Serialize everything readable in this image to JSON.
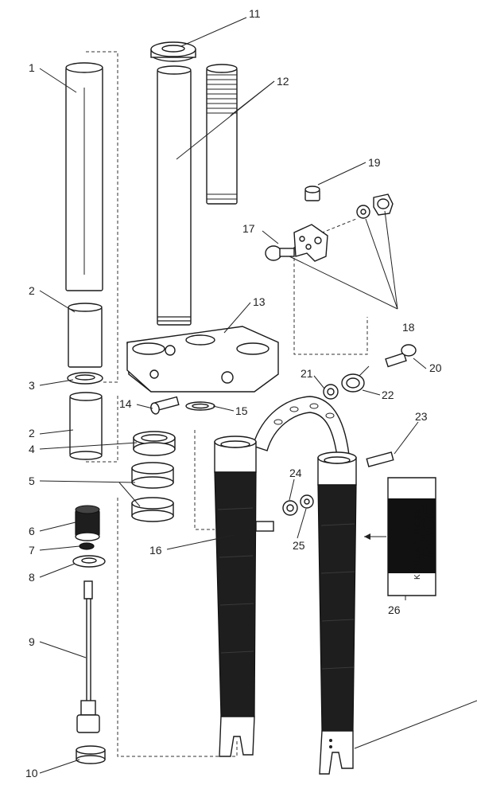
{
  "callouts": {
    "c1": "1",
    "c2a": "2",
    "c2b": "2",
    "c3": "3",
    "c4": "4",
    "c5": "5",
    "c6": "6",
    "c7": "7",
    "c8": "8",
    "c9": "9",
    "c10": "10",
    "c11": "11",
    "c12": "12",
    "c13": "13",
    "c14": "14",
    "c15": "15",
    "c16": "16",
    "c17": "17",
    "c18": "18",
    "c19": "19",
    "c20": "20",
    "c21": "21",
    "c22": "22",
    "c23": "23",
    "c24": "24",
    "c25": "25",
    "c26": "26"
  },
  "logo": {
    "main": "PACE",
    "sub": "KEULAR RC35"
  }
}
